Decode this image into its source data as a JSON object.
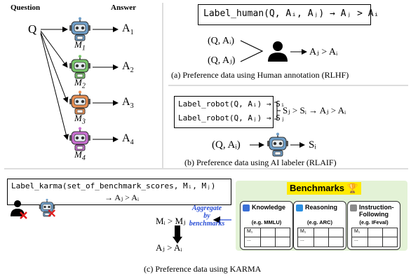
{
  "left_panel": {
    "question_header": "Question",
    "answer_header": "Answer",
    "question": "Q",
    "models": [
      {
        "label": "M",
        "sub": "1",
        "color": "#6f9fc9",
        "answer": "A",
        "answer_sub": "1"
      },
      {
        "label": "M",
        "sub": "2",
        "color": "#78c66a",
        "answer": "A",
        "answer_sub": "2"
      },
      {
        "label": "M",
        "sub": "3",
        "color": "#ea8f52",
        "answer": "A",
        "answer_sub": "3"
      },
      {
        "label": "M",
        "sub": "4",
        "color": "#c86fd0",
        "answer": "A",
        "answer_sub": "4"
      }
    ]
  },
  "rlhf": {
    "formula": "Label_human(Q, Aᵢ, Aⱼ) → Aⱼ > Aᵢ",
    "input_1": "(Q, Aᵢ)",
    "input_2": "(Q, Aⱼ)",
    "result": "Aⱼ > Aᵢ",
    "caption": "(a) Preference data using Human annotation (RLHF)"
  },
  "rlaif": {
    "formula_1": "Label_robot(Q, Aᵢ) → Sᵢ",
    "formula_2": "Label_robot(Q, Aⱼ) → Sⱼ",
    "result": "Sⱼ > Sᵢ → Aⱼ > Aᵢ",
    "input": "(Q, Aᵢ)",
    "output": "Sᵢ",
    "caption": "(b) Preference data using AI labeler (RLAIF)"
  },
  "karma": {
    "formula_line1": "Label_karma(set_of_benchmark_scores, Mᵢ, Mⱼ)",
    "formula_line2": "→ Aⱼ > Aᵢ",
    "model_compare": "Mᵢ > Mⱼ",
    "answer_compare": "Aⱼ > Aᵢ",
    "aggregate": "Aggregate",
    "by": "by",
    "benchmarks_word": "benchmarks",
    "benchmarks_title": "Benchmarks",
    "caption": "(c) Preference data using KARMA",
    "cards": [
      {
        "title": "Knowledge",
        "example": "(e.g. MMLU)",
        "row1": "M₁",
        "row2": "...",
        "icon_color": "#3b6fd6"
      },
      {
        "title": "Reasoning",
        "example": "(e.g. ARC)",
        "row1": "M₁",
        "row2": "...",
        "icon_color": "#2a8ee0"
      },
      {
        "title": "Instruction-Following",
        "example": "(e.g. IFeval)",
        "row1": "M₁",
        "row2": "...",
        "icon_color": "#8a8a8a"
      }
    ]
  }
}
